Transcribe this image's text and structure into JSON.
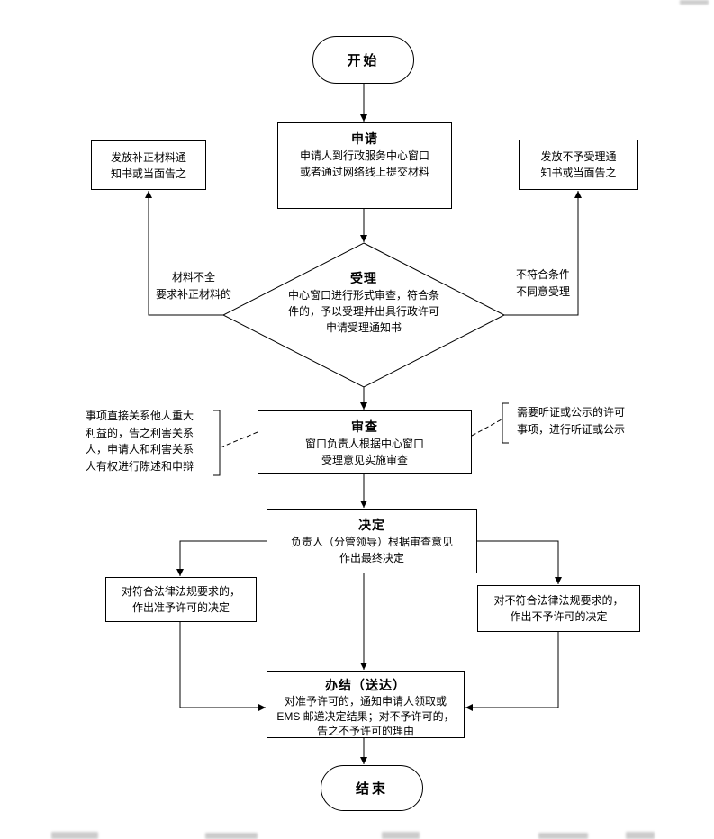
{
  "colors": {
    "line": "#000000",
    "background": "#ffffff",
    "text": "#000000"
  },
  "flow": {
    "start": "开始",
    "apply_title": "申请",
    "apply_body": "申请人到行政服务中心窗口\n或者通过网络线上提交材料",
    "supplement_notice": "发放补正材料通\n知书或当面告之",
    "reject_notice": "发放不予受理通\n知书或当面告之",
    "accept_title": "受理",
    "accept_body": "中心窗口进行形式审查，符合条\n件的，予以受理并出具行政许可\n申请受理通知书",
    "branch_incomplete": "材料不全\n要求补正材料的",
    "branch_unqualified": "不符合条件\n不同意受理",
    "review_title": "审查",
    "review_body": "窗口负责人根据中心窗口\n受理意见实施审查",
    "note_stakeholder": "事项直接关系他人重大\n利益的，告之利害关系\n人，申请人和利害关系\n人有权进行陈述和申辩",
    "note_hearing": "需要听证或公示的许可\n事项，进行听证或公示",
    "decide_title": "决定",
    "decide_body": "负责人（分管领导）根据审查意见\n作出最终决定",
    "approve_box": "对符合法律法规要求的，\n作出准予许可的决定",
    "deny_box": "对不符合法律法规要求的，\n作出不予许可的决定",
    "finish_title": "办结（送达）",
    "finish_body": "对准予许可的，通知申请人领取或\nEMS 邮递决定结果；对不予许可的，\n告之不予许可的理由",
    "end": "结束"
  }
}
